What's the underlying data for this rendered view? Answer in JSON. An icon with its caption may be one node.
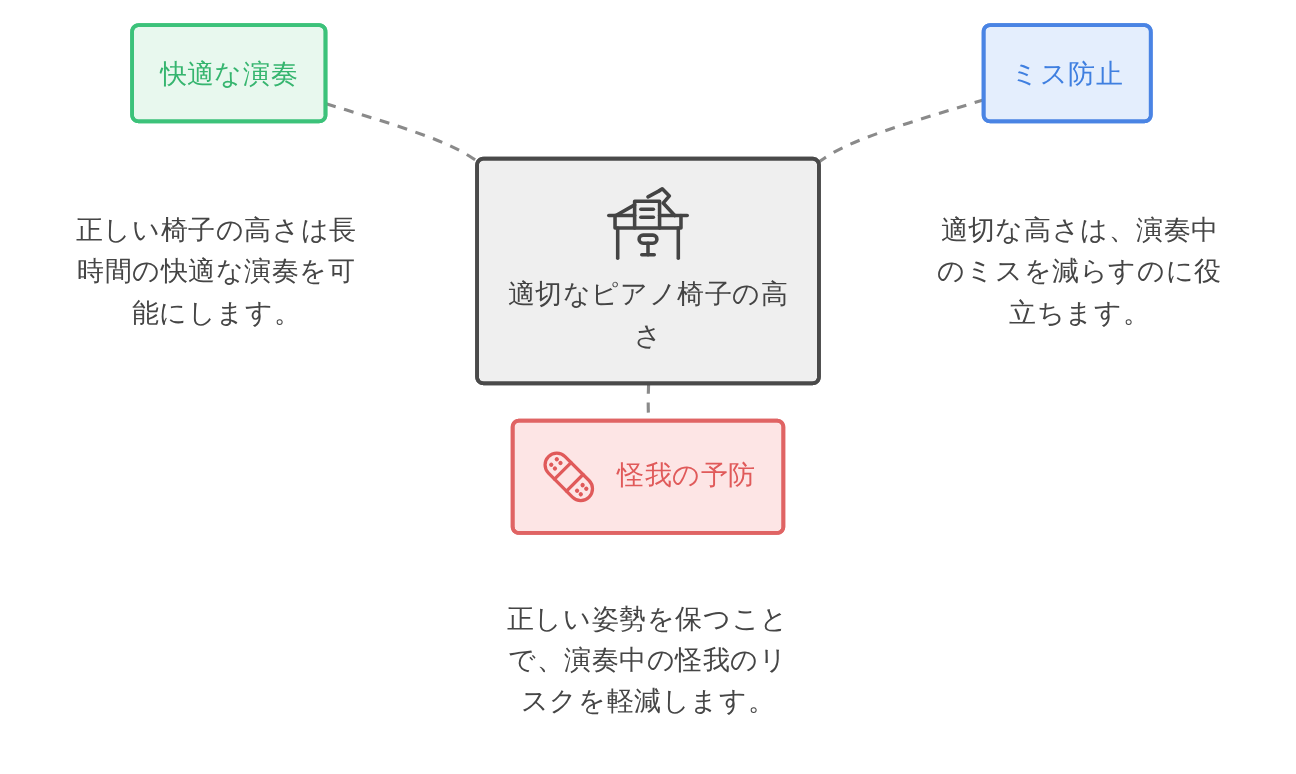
{
  "diagram": {
    "nodes": [
      {
        "text": [
          "快適な演奏"
        ],
        "beside": [
          "正しい椅子の高さは長時間の快適な演奏を可能にします。"
        ]
      },
      {
        "text": [
          "適切なピアノ椅子の高さ"
        ]
      },
      {
        "text": [
          "ミス防止"
        ],
        "beside": [
          "適切な高さは、演奏中のミスを減らすのに役立ちます。"
        ]
      },
      {
        "text": [
          "怪我の予防"
        ],
        "beside": [
          "正しい姿勢を保つことで、演奏中の怪我のリスクを軽減します。"
        ]
      }
    ],
    "edges": [
      {
        "from": 0,
        "to": 1,
        "arrow": "none",
        "style": "dashed"
      },
      {
        "from": 2,
        "to": 1,
        "arrow": "none",
        "style": "dashed"
      },
      {
        "from": 1,
        "to": 3,
        "arrow": "none",
        "style": "dashed"
      }
    ]
  }
}
